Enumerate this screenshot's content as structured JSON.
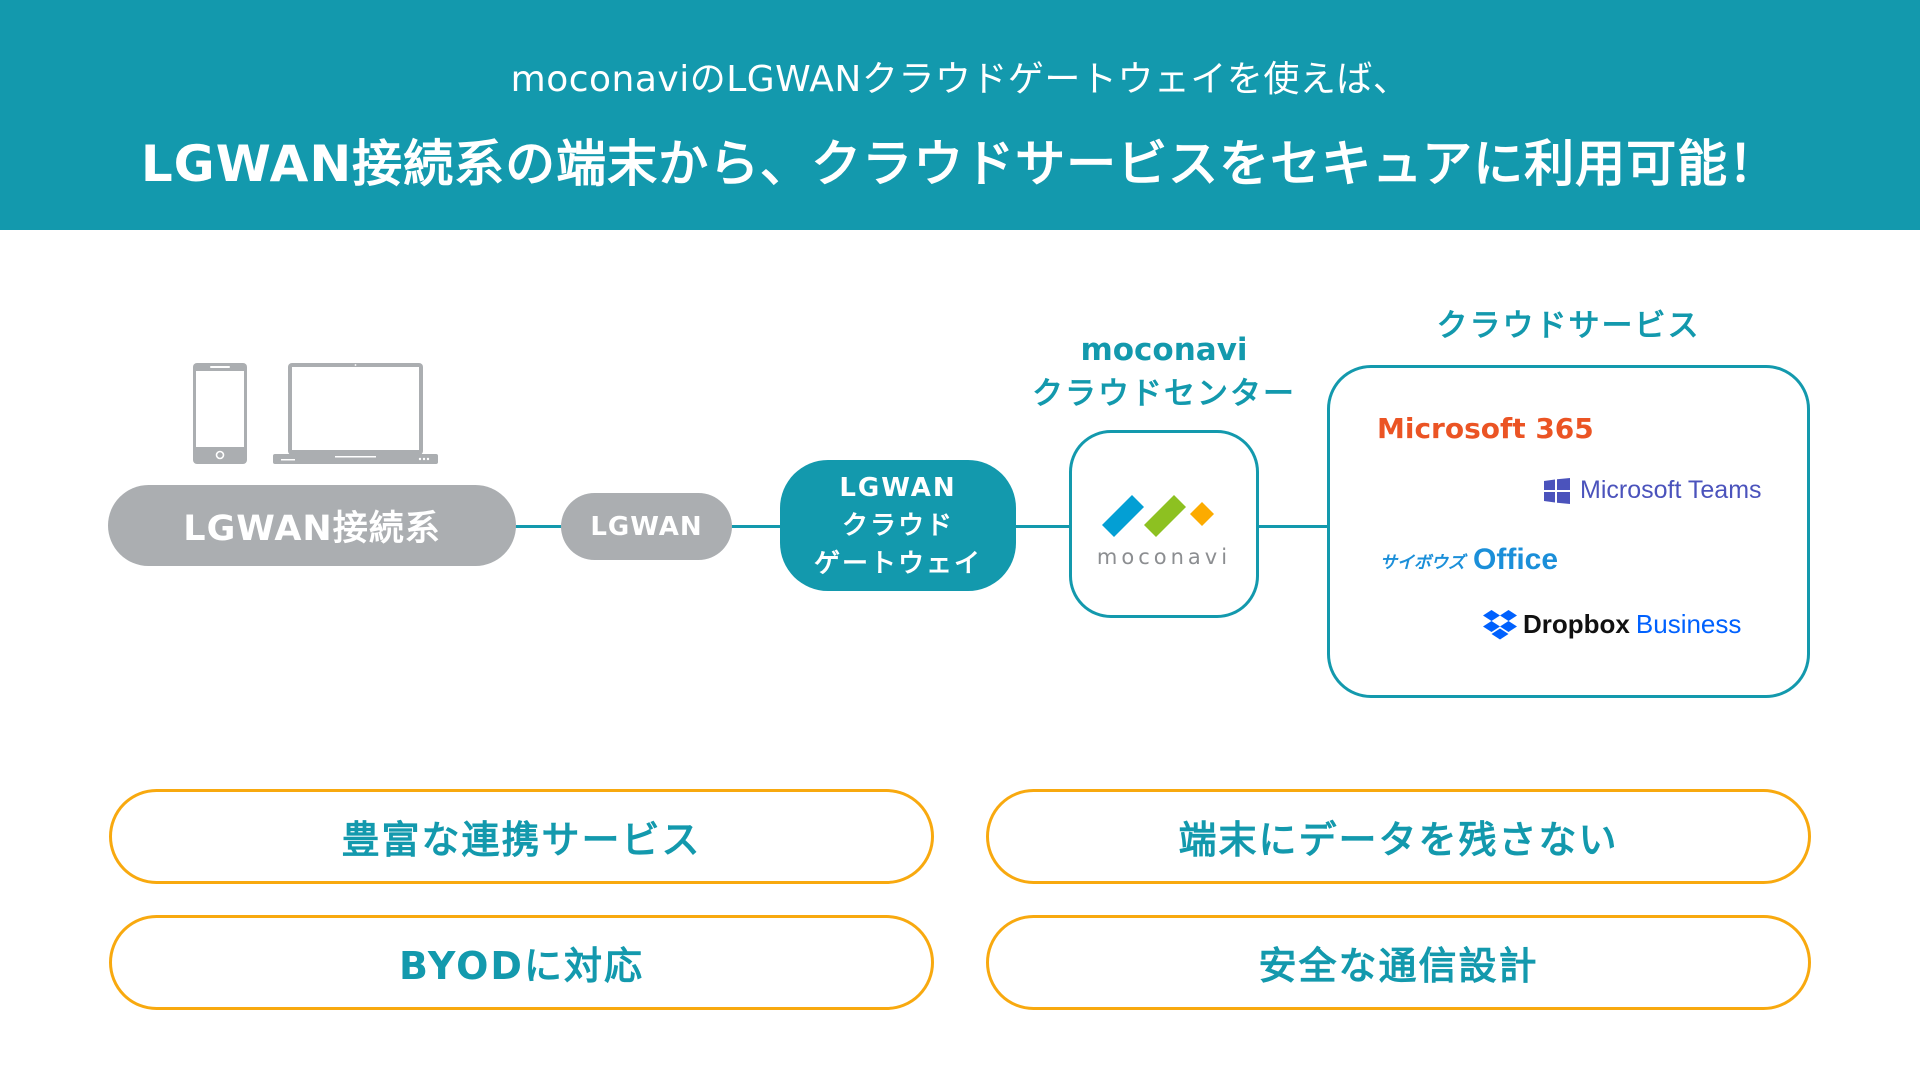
{
  "header": {
    "subtitle": "moconaviのLGWANクラウドゲートウェイを使えば、",
    "title": "LGWAN接続系の端末から、クラウドサービスをセキュアに利用可能！"
  },
  "diagram": {
    "devices": [
      "smartphone-icon",
      "laptop-icon"
    ],
    "endpoint_label": "LGWAN接続系",
    "network_label": "LGWAN",
    "gateway_lines": [
      "LGWAN",
      "クラウド",
      "ゲートウェイ"
    ],
    "center_title_lines": [
      "moconavi",
      "クラウドセンター"
    ],
    "center_logo_text": "moconavi",
    "cloud_title": "クラウドサービス",
    "services": {
      "ms365": "Microsoft 365",
      "teams": "Microsoft Teams",
      "cybozu_kana": "サイボウズ",
      "cybozu_office": "Office",
      "dropbox": "Dropbox",
      "dropbox_business": "Business"
    }
  },
  "features": [
    "豊富な連携サービス",
    "端末にデータを残さない",
    "BYODに対応",
    "安全な通信設計"
  ],
  "colors": {
    "primary": "#1399ad",
    "gray": "#abaeb1",
    "accent": "#f8a90f",
    "ms365": "#eb5424",
    "teams": "#4b53bc",
    "cybozu": "#1b8fd9",
    "dropbox": "#0061fe"
  }
}
